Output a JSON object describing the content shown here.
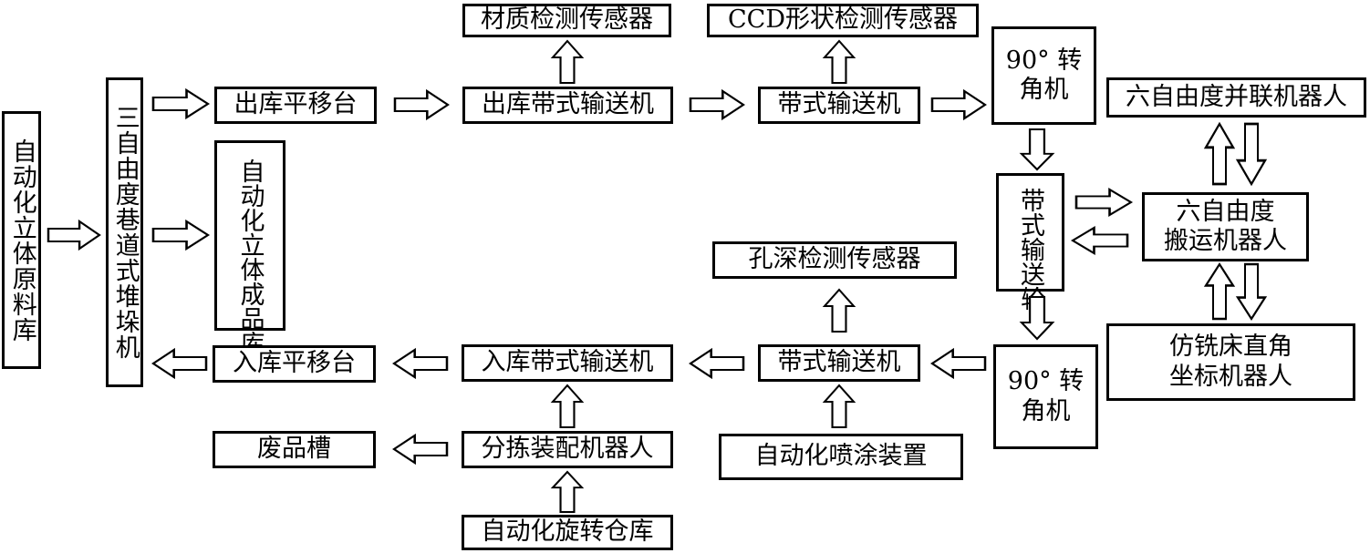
{
  "nodes": {
    "raw_storage": "自动化立体原料库",
    "stacker": "三自由度巷道式堆垛机",
    "out_platform": "出库平移台",
    "finished_storage": "自动化立体成品库",
    "in_platform": "入库平移台",
    "out_conveyor": "出库带式输送机",
    "material_sensor": "材质检测传感器",
    "belt_conveyor_top": "带式输送机",
    "ccd_sensor": "CCD形状检测传感器",
    "turn_top": "90° 转\n角机",
    "parallel_robot": "六自由度并联机器人",
    "belt_wheel": "带式输送轮",
    "handling_robot": "六自由度\n搬运机器人",
    "milling_robot": "仿铣床直角\n坐标机器人",
    "turn_bottom": "90° 转\n角机",
    "hole_sensor": "孔深检测传感器",
    "belt_conveyor_bottom": "带式输送机",
    "spray_device": "自动化喷涂装置",
    "in_conveyor": "入库带式输送机",
    "sorting_robot": "分拣装配机器人",
    "waste_bin": "废品槽",
    "rotary_storage": "自动化旋转仓库"
  }
}
